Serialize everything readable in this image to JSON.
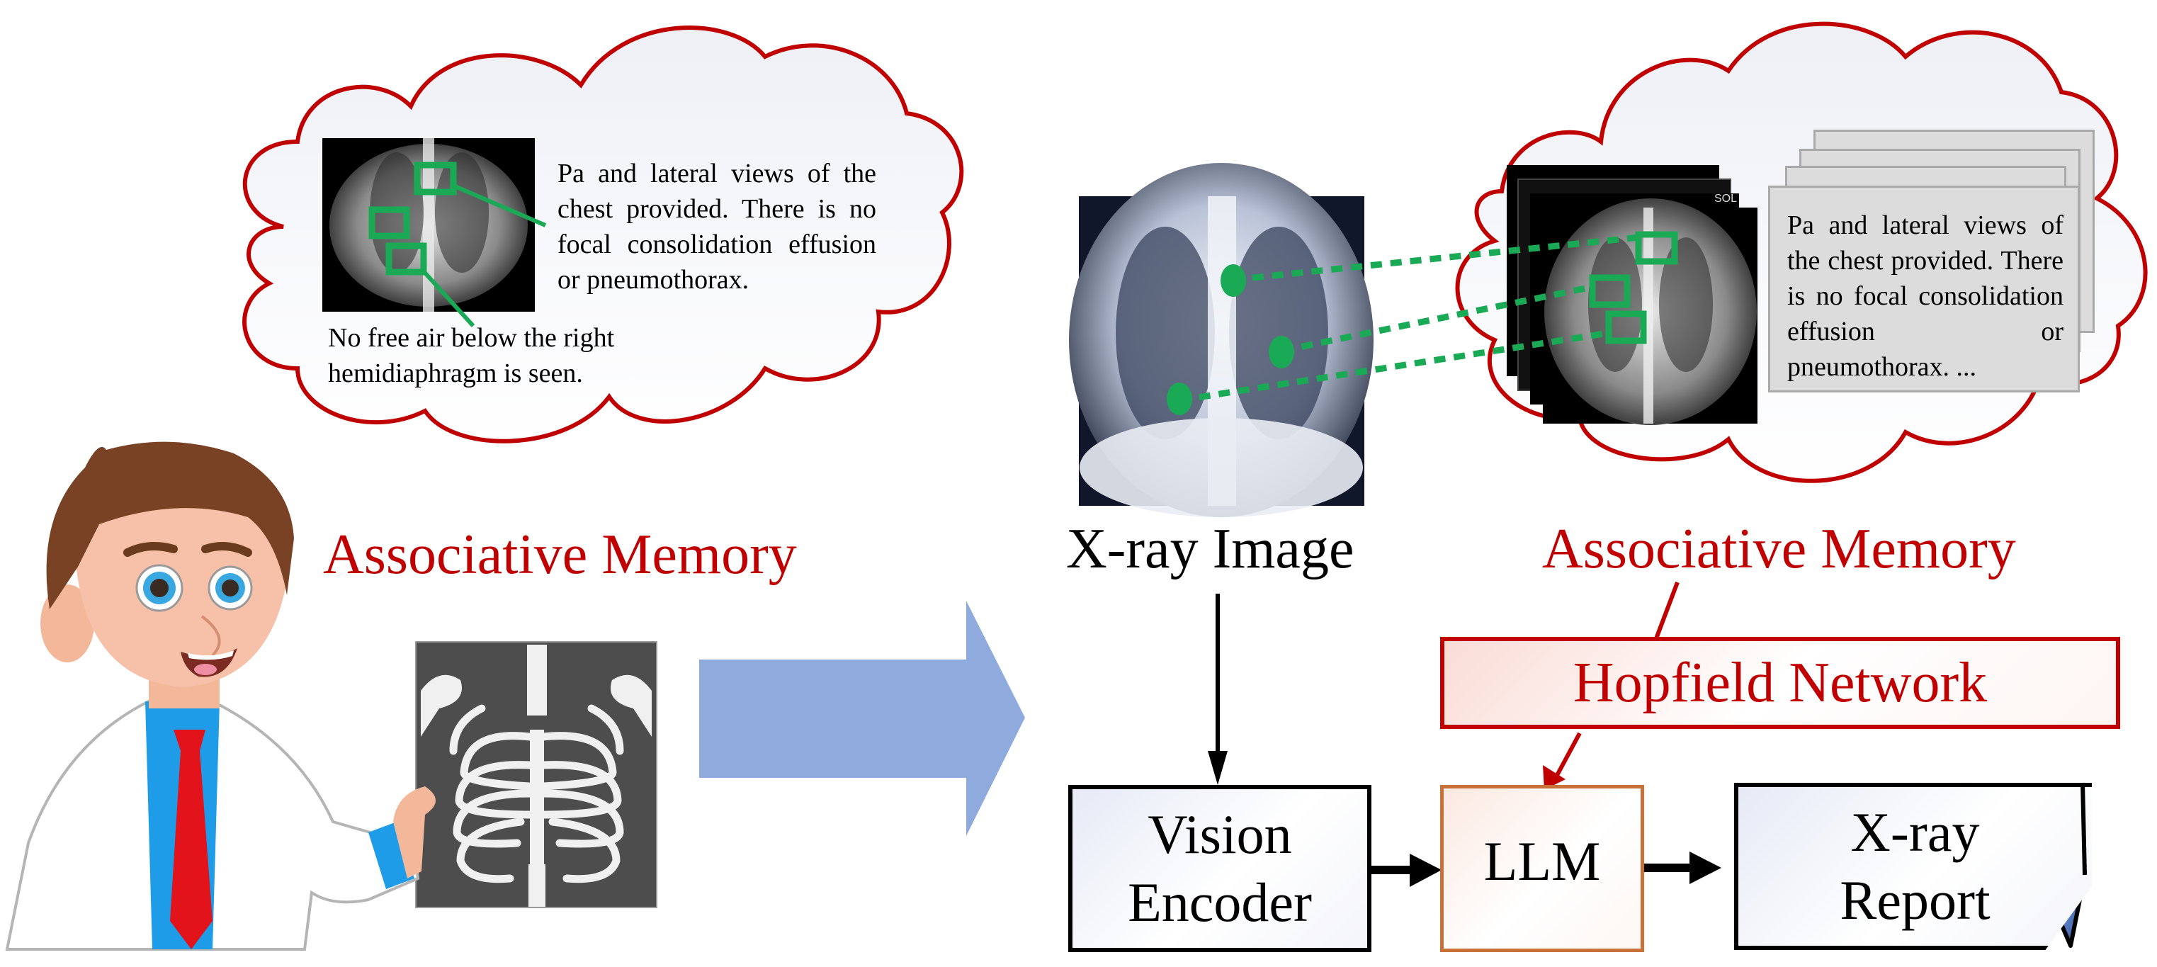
{
  "figure": {
    "left_panel": {
      "memory_cloud": {
        "report_text_main": "Pa and lateral views of the chest provided. There is no focal consolidation effusion or pneumothorax.",
        "report_text_secondary": "No free air below the right hemidiaphragm is seen.",
        "highlight_box_count": 3
      },
      "memory_label": "Associative Memory",
      "illustration": "doctor holding chest x-ray"
    },
    "transition_arrow": "right-arrow",
    "right_panel": {
      "input_image_label": "X-ray Image",
      "memory_cloud": {
        "stacked_images": 3,
        "stacked_text_cards": 4,
        "report_text": "Pa and lateral views of the chest provided. There is no focal consolidation effusion or pneumothorax. ...",
        "image_marker": "SOL",
        "match_lines": 3
      },
      "memory_label": "Associative Memory",
      "pipeline": {
        "hopfield_label": "Hopfield Network",
        "vision_encoder_label": "Vision Encoder",
        "llm_label": "LLM",
        "report_label": "X-ray Report"
      }
    },
    "colors": {
      "memory_red": "#c00000",
      "highlight_green": "#1aaa55",
      "arrow_blue": "#8faadc",
      "llm_orange": "#c8723a",
      "card_gray": "#dcdcdc"
    }
  }
}
